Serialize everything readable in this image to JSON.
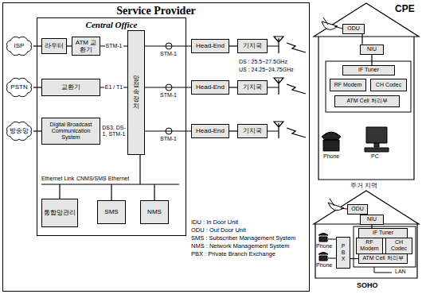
{
  "diagram": {
    "nodes": [
      {
        "text": [
          "Service Provider"
        ]
      },
      {
        "text": [
          "Central Office"
        ],
        "in": 0
      },
      {
        "text": [
          "ISP"
        ],
        "in": 0
      },
      {
        "text": [
          "라우터"
        ],
        "in": 1
      },
      {
        "text": [
          "ATM 교환기"
        ],
        "in": 1
      },
      {
        "text": [
          "PSTN"
        ],
        "in": 0
      },
      {
        "text": [
          "교환기"
        ],
        "in": 1
      },
      {
        "text": [
          "방송망"
        ],
        "in": 0
      },
      {
        "text": [
          "Digital Broadcast Communication System"
        ],
        "in": 1
      },
      {
        "text": [
          "망 접속장치"
        ],
        "in": 1
      },
      {
        "text": [
          "Head-End"
        ],
        "in": 0
      },
      {
        "text": [
          "기지국"
        ],
        "in": 0
      },
      {
        "text": [
          "Head-End"
        ],
        "in": 0
      },
      {
        "text": [
          "기지국"
        ],
        "in": 0
      },
      {
        "text": [
          "Head-End"
        ],
        "in": 0
      },
      {
        "text": [
          "기지국"
        ],
        "in": 0
      },
      {
        "text": [
          "통합망관리"
        ],
        "in": 1
      },
      {
        "text": [
          "SMS"
        ],
        "in": 1
      },
      {
        "text": [
          "NMS"
        ],
        "in": 1
      },
      {
        "text": [
          "ODU"
        ]
      },
      {
        "text": [
          "NIU"
        ]
      },
      {
        "text": [
          "IF Tuner"
        ]
      },
      {
        "text": [
          "RF Modem"
        ]
      },
      {
        "text": [
          "CH Codec"
        ]
      },
      {
        "text": [
          "ATM Cell 처리부"
        ]
      },
      {
        "text": [
          "ODU"
        ]
      },
      {
        "text": [
          "NIU"
        ]
      },
      {
        "text": [
          "IF Tuner"
        ]
      },
      {
        "text": [
          "RF Modem"
        ]
      },
      {
        "text": [
          "CH Codec"
        ]
      },
      {
        "text": [
          "ATM Cell 처리부"
        ]
      },
      {
        "text": [
          "PBX"
        ]
      }
    ],
    "edges": [
      {
        "from": 2,
        "to": 3,
        "arrow": "none"
      },
      {
        "from": 3,
        "to": 4,
        "arrow": "none"
      },
      {
        "from": 4,
        "to": 9,
        "label": "STM-1",
        "arrow": "none"
      },
      {
        "from": 5,
        "to": 6,
        "arrow": "none"
      },
      {
        "from": 6,
        "to": 9,
        "label": "E1 / T1",
        "arrow": "none"
      },
      {
        "from": 7,
        "to": 8,
        "arrow": "none"
      },
      {
        "from": 8,
        "to": 9,
        "label": "DS3, DS-1, STM-1",
        "arrow": "none"
      },
      {
        "from": 9,
        "to": 10,
        "arrow": "none"
      },
      {
        "from": 10,
        "to": 11,
        "arrow": "none"
      },
      {
        "from": 9,
        "to": 12,
        "arrow": "none"
      },
      {
        "from": 12,
        "to": 13,
        "arrow": "none"
      },
      {
        "from": 9,
        "to": 14,
        "arrow": "none"
      },
      {
        "from": 14,
        "to": 15,
        "arrow": "none"
      },
      {
        "from": 19,
        "to": 20,
        "arrow": "none"
      },
      {
        "from": 20,
        "to": 21,
        "arrow": "none"
      },
      {
        "from": 25,
        "to": 26,
        "arrow": "none"
      },
      {
        "from": 26,
        "to": 27,
        "arrow": "none"
      },
      {
        "from": 30,
        "to": 31,
        "arrow": "none"
      }
    ],
    "labels": [
      "STM-1",
      "STM-1",
      "STM-1",
      "Ethernet Link",
      "CNMS/SMS Ethernet",
      "IDU : In Door Unit",
      "ODU : Out Door Unit",
      "SMS : Subscriber Management System",
      "NMS : Network Management System",
      "PBX : Private Branch Exchange",
      "DS : 25.5~27.5GHz",
      "US : 24.25~24.75GHz",
      "CPE",
      "Phone",
      "PC",
      "주거 지역",
      "Phone",
      "Phone",
      "LAN",
      "SOHO"
    ]
  }
}
